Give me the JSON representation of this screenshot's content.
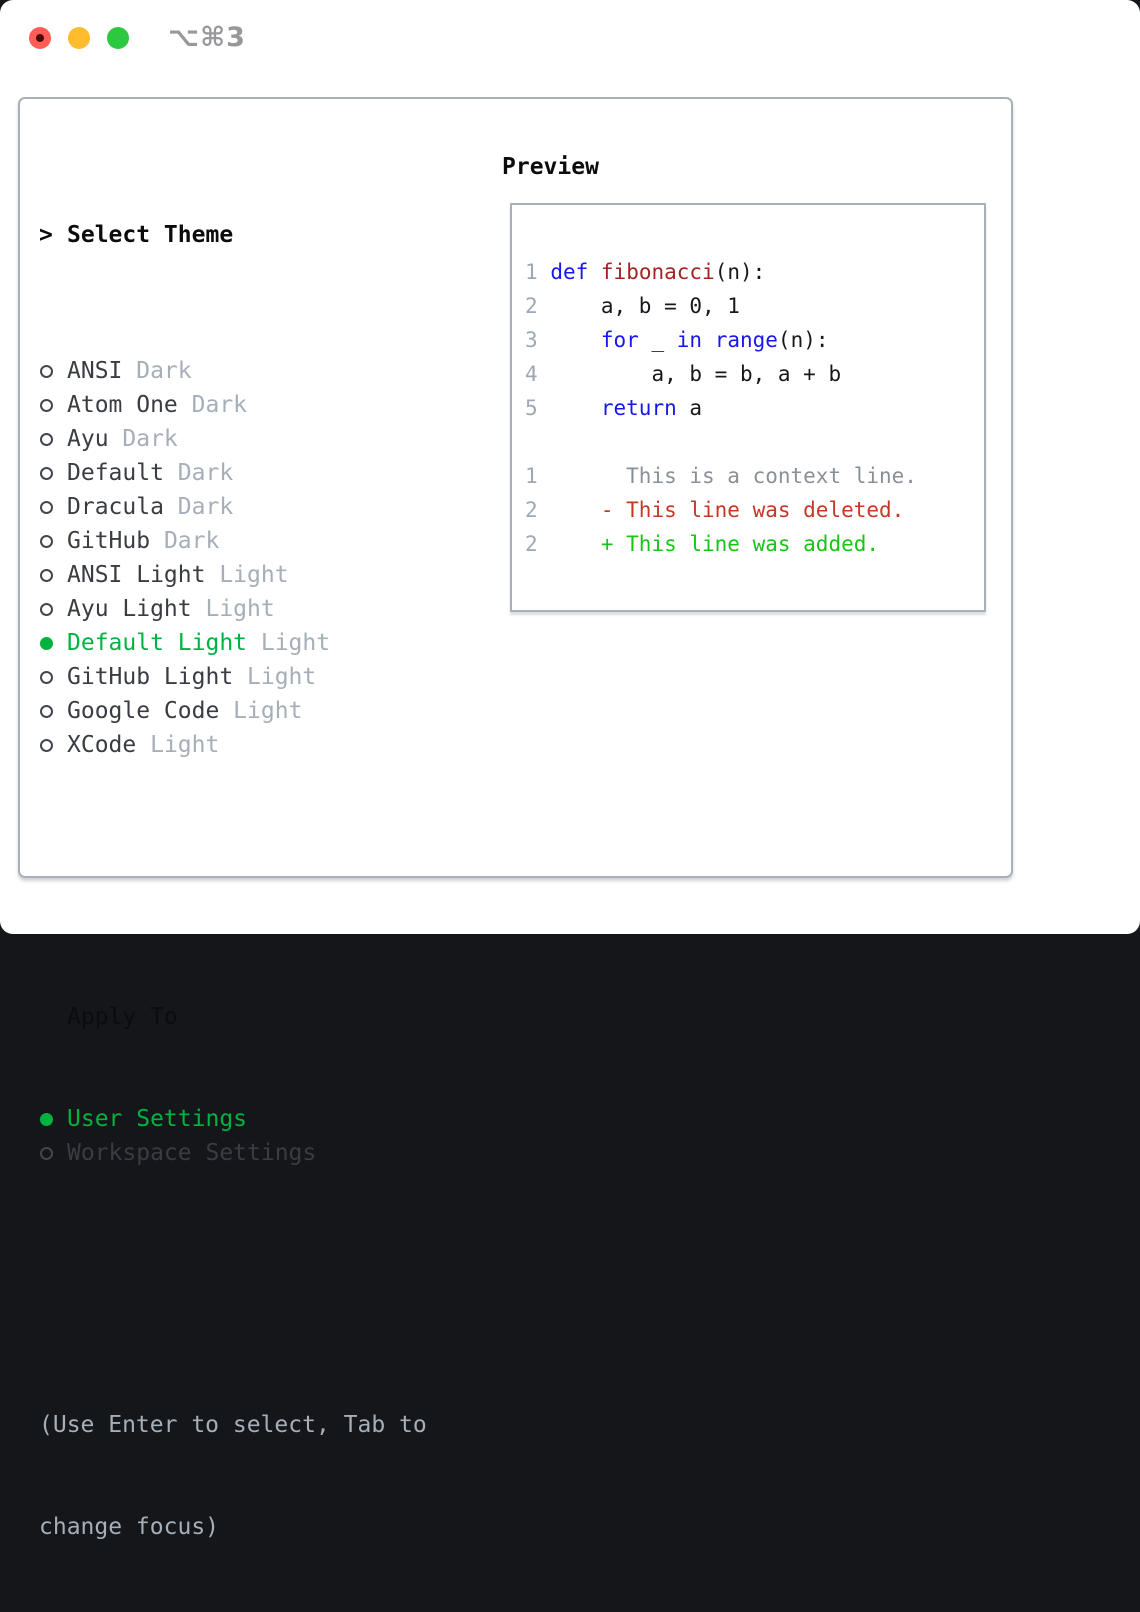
{
  "titlebar": {
    "shortcut": "⌥⌘3",
    "buttons": [
      {
        "id": "close",
        "label": "close"
      },
      {
        "id": "minimize",
        "label": "minimize"
      },
      {
        "id": "zoom",
        "label": "zoom"
      }
    ]
  },
  "colors": {
    "keyword_blue": "#1717ee",
    "function_red": "#a32424",
    "deleted_red": "#c53826",
    "added_green": "#17c517",
    "selected_green": "#00b341",
    "muted_gray": "#a6aeb8",
    "line_number_gray": "#9da8b4",
    "border_gray": "#a9b0b9",
    "traffic_red": "#ff5d55",
    "traffic_yellow": "#febc2e",
    "traffic_green": "#2bc840"
  },
  "theme_panel": {
    "header_marker": ">",
    "header_label": "Select Theme",
    "themes": [
      {
        "name": "ANSI",
        "variant": "Dark",
        "selected": false
      },
      {
        "name": "Atom One",
        "variant": "Dark",
        "selected": false
      },
      {
        "name": "Ayu",
        "variant": "Dark",
        "selected": false
      },
      {
        "name": "Default",
        "variant": "Dark",
        "selected": false
      },
      {
        "name": "Dracula",
        "variant": "Dark",
        "selected": false
      },
      {
        "name": "GitHub",
        "variant": "Dark",
        "selected": false
      },
      {
        "name": "ANSI Light",
        "variant": "Light",
        "selected": false
      },
      {
        "name": "Ayu Light",
        "variant": "Light",
        "selected": false
      },
      {
        "name": "Default Light",
        "variant": "Light",
        "selected": true
      },
      {
        "name": "GitHub Light",
        "variant": "Light",
        "selected": false
      },
      {
        "name": "Google Code",
        "variant": "Light",
        "selected": false
      },
      {
        "name": "XCode",
        "variant": "Light",
        "selected": false
      }
    ],
    "apply_to_label": "Apply To",
    "apply_to_options": [
      {
        "name": "User Settings",
        "selected": true
      },
      {
        "name": "Workspace Settings",
        "selected": false
      }
    ],
    "help_line1": "(Use Enter to select, Tab to",
    "help_line2": "change focus)"
  },
  "preview": {
    "title": "Preview",
    "lines": [
      [
        [
          "num",
          "1"
        ],
        [
          "plain",
          " "
        ],
        [
          "kw",
          "def"
        ],
        [
          "plain",
          " "
        ],
        [
          "fn",
          "fibonacci"
        ],
        [
          "plain",
          "(n):"
        ]
      ],
      [
        [
          "num",
          "2"
        ],
        [
          "plain",
          "     a, b = 0, 1"
        ]
      ],
      [
        [
          "num",
          "3"
        ],
        [
          "plain",
          "     "
        ],
        [
          "kw",
          "for"
        ],
        [
          "plain",
          " _ "
        ],
        [
          "kw",
          "in"
        ],
        [
          "plain",
          " "
        ],
        [
          "kw",
          "range"
        ],
        [
          "plain",
          "(n):"
        ]
      ],
      [
        [
          "num",
          "4"
        ],
        [
          "plain",
          "         a, b = b, a + b"
        ]
      ],
      [
        [
          "num",
          "5"
        ],
        [
          "plain",
          "     "
        ],
        [
          "kw",
          "return"
        ],
        [
          "plain",
          " a"
        ]
      ],
      [],
      [
        [
          "num",
          "1"
        ],
        [
          "ctx",
          "       This is a context line."
        ]
      ],
      [
        [
          "num",
          "2"
        ],
        [
          "plain",
          "     "
        ],
        [
          "del",
          "- This line was deleted."
        ]
      ],
      [
        [
          "num",
          "2"
        ],
        [
          "plain",
          "     "
        ],
        [
          "add",
          "+ This line was added."
        ]
      ]
    ]
  }
}
